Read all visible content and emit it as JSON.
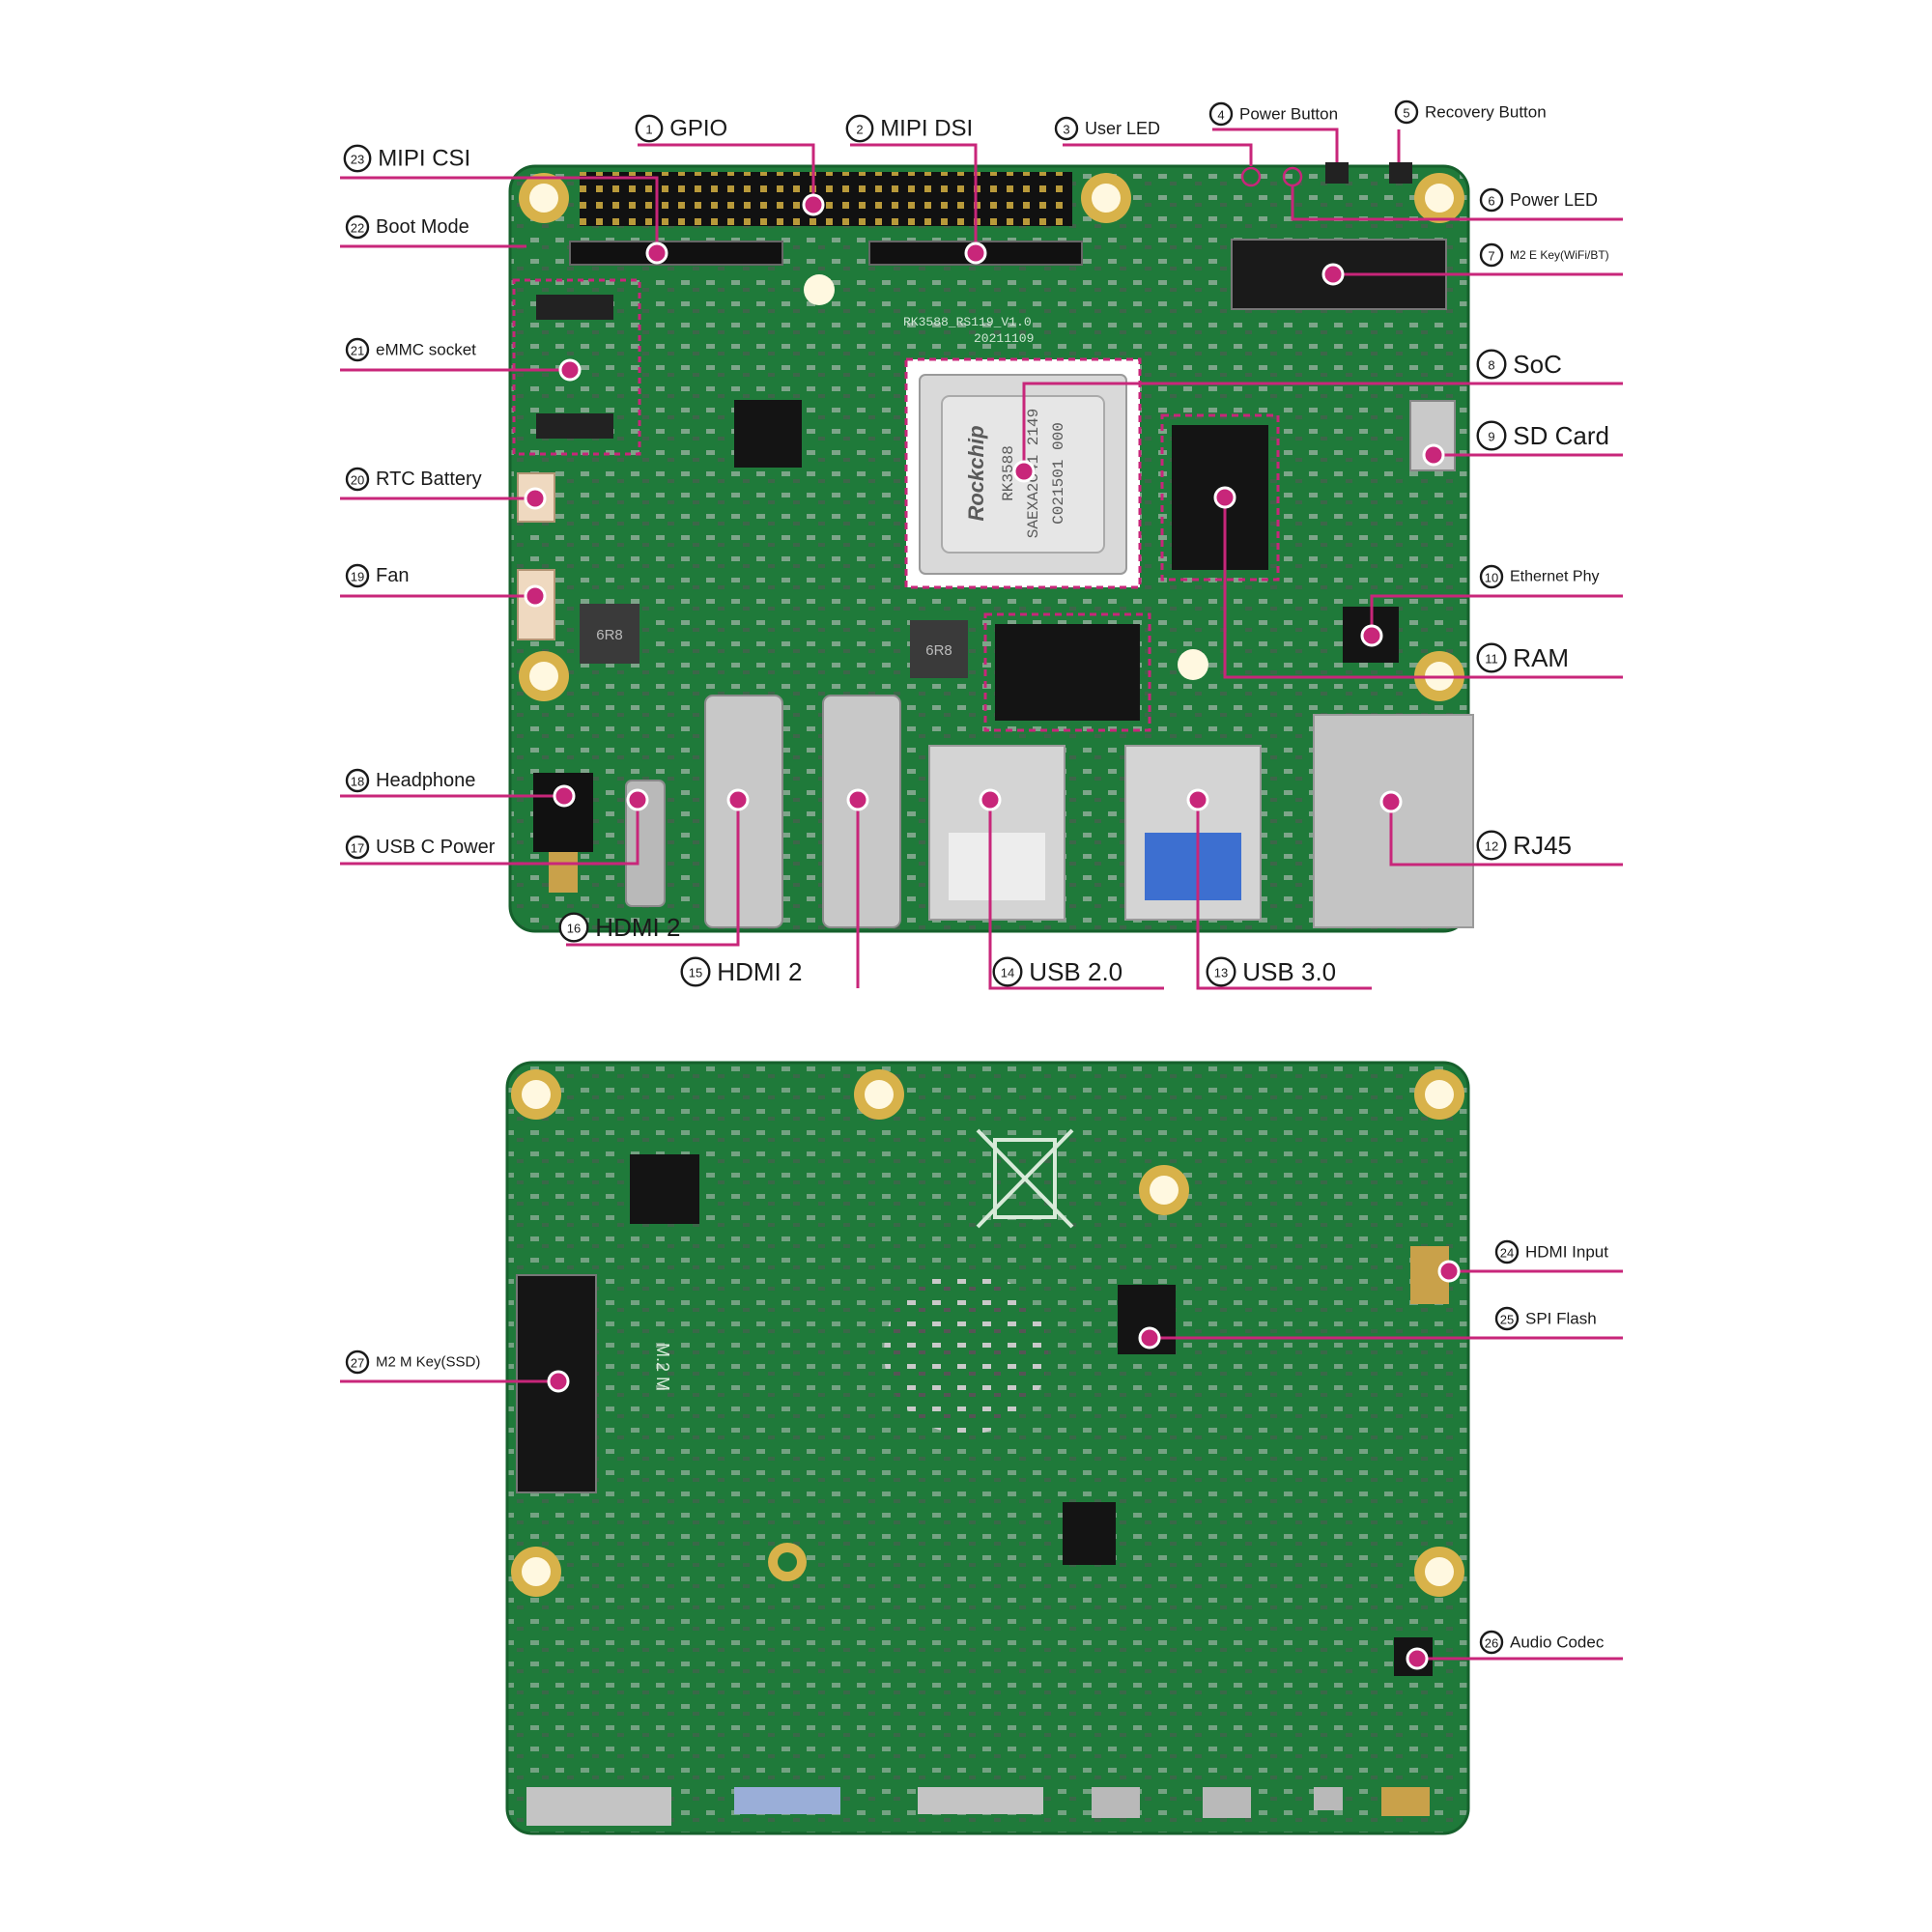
{
  "colors": {
    "pcb": "#1f7a3a",
    "accent": "#c8267a",
    "mounting_hole": "#d8b24a"
  },
  "board_top": {
    "chip_markings": {
      "brand": "Rockchip",
      "line1": "RK3588",
      "line2": "SAEXA2C41 2149",
      "line3": "C021501 000",
      "silk_board": "RK3588_RS119_V1.0",
      "silk_date": "20211109",
      "inductor1": "6R8",
      "inductor2": "6R8"
    },
    "labels": [
      {
        "num": "1",
        "text": "GPIO"
      },
      {
        "num": "2",
        "text": "MIPI DSI"
      },
      {
        "num": "3",
        "text": "User LED"
      },
      {
        "num": "4",
        "text": "Power Button"
      },
      {
        "num": "5",
        "text": "Recovery Button"
      },
      {
        "num": "6",
        "text": "Power LED"
      },
      {
        "num": "7",
        "text": "M2 E Key(WiFi/BT)"
      },
      {
        "num": "8",
        "text": "SoC"
      },
      {
        "num": "9",
        "text": "SD Card"
      },
      {
        "num": "10",
        "text": "Ethernet Phy"
      },
      {
        "num": "11",
        "text": "RAM"
      },
      {
        "num": "12",
        "text": "RJ45"
      },
      {
        "num": "13",
        "text": "USB 3.0"
      },
      {
        "num": "14",
        "text": "USB 2.0"
      },
      {
        "num": "15",
        "text": "HDMI 2"
      },
      {
        "num": "16",
        "text": "HDMI 2"
      },
      {
        "num": "17",
        "text": "USB C Power"
      },
      {
        "num": "18",
        "text": "Headphone"
      },
      {
        "num": "19",
        "text": "Fan"
      },
      {
        "num": "20",
        "text": "RTC Battery"
      },
      {
        "num": "21",
        "text": "eMMC socket"
      },
      {
        "num": "22",
        "text": "Boot Mode"
      },
      {
        "num": "23",
        "text": "MIPI CSI"
      }
    ]
  },
  "board_bottom": {
    "silk_m2": "M.2 M",
    "labels": [
      {
        "num": "24",
        "text": "HDMI Input"
      },
      {
        "num": "25",
        "text": "SPI Flash"
      },
      {
        "num": "26",
        "text": "Audio Codec"
      },
      {
        "num": "27",
        "text": "M2 M Key(SSD)"
      }
    ]
  }
}
